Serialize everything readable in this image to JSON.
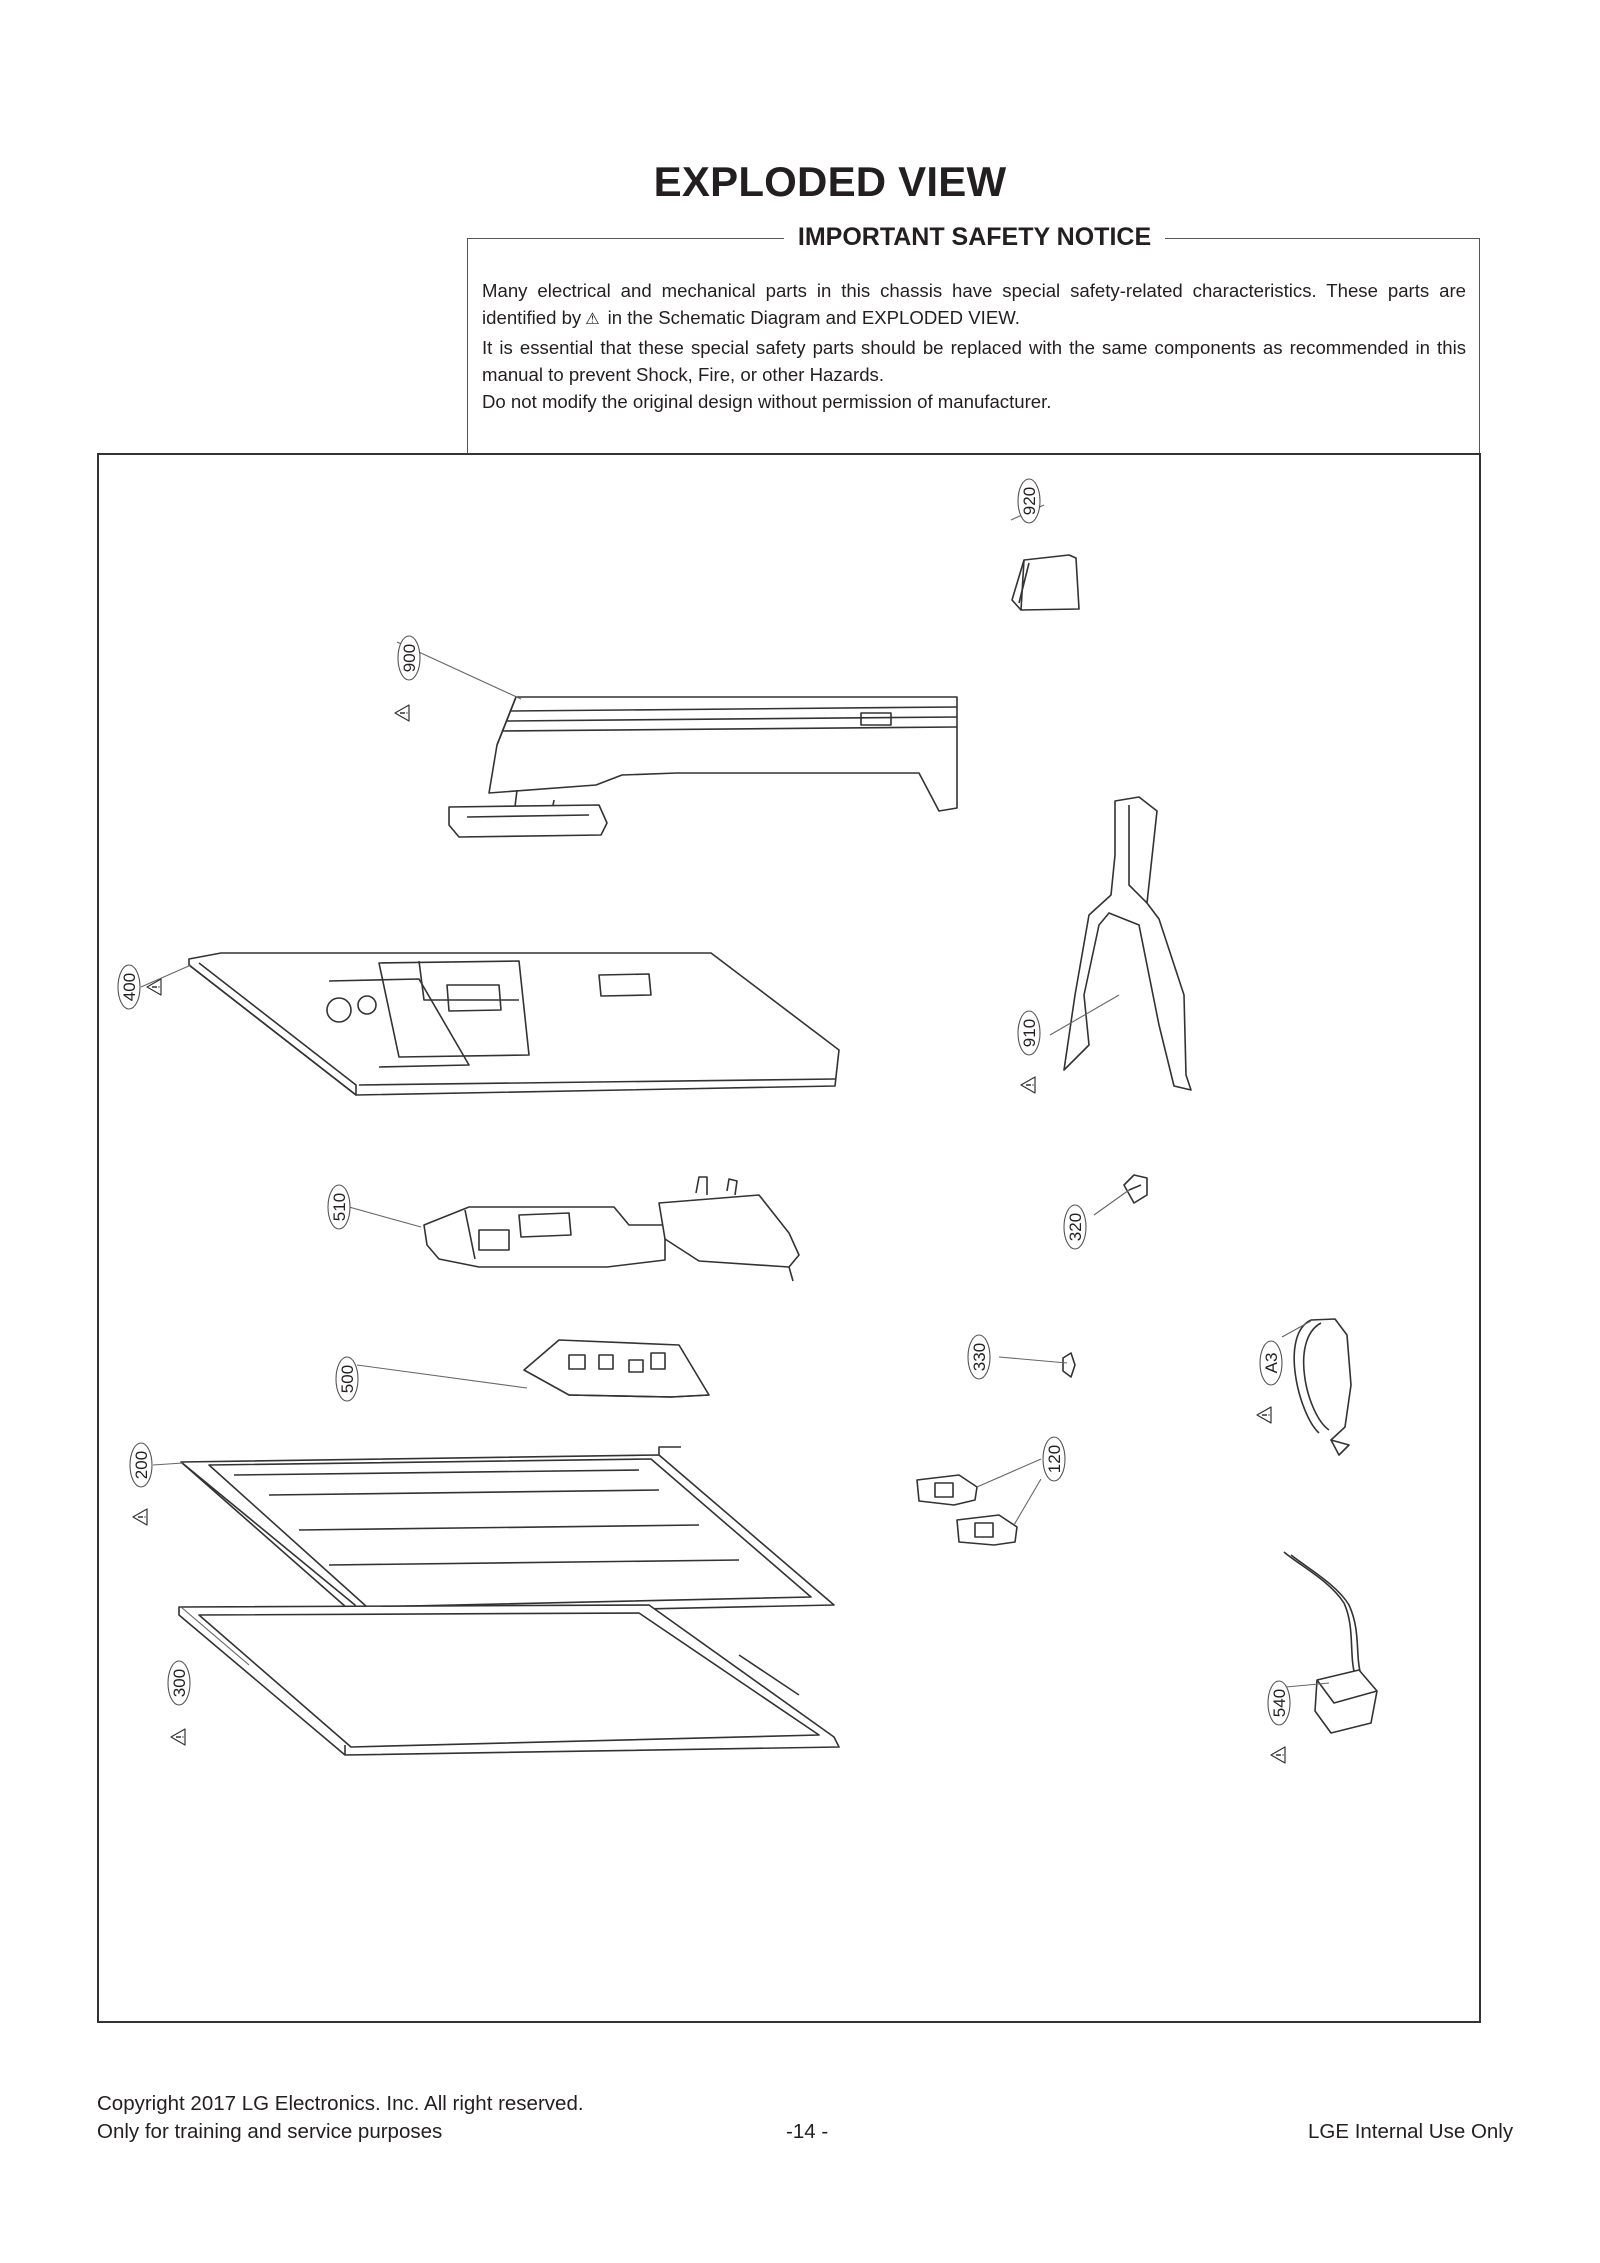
{
  "page": {
    "title": "EXPLODED VIEW",
    "notice_title": "IMPORTANT SAFETY NOTICE",
    "notice": {
      "line1_before": "Many electrical and mechanical parts in this chassis have special safety-related characteristics. These parts are identified by",
      "safety_symbol": "⚠",
      "line1_after": "in the Schematic Diagram and EXPLODED VIEW.",
      "line2": "It is essential that these special safety parts should be replaced with the same components as recommended in this manual to prevent Shock, Fire, or other Hazards.",
      "line3": "Do not modify the original design without permission of manufacturer."
    },
    "parts": [
      {
        "id": "920",
        "safety": false
      },
      {
        "id": "900",
        "safety": true
      },
      {
        "id": "400",
        "safety": true
      },
      {
        "id": "910",
        "safety": true
      },
      {
        "id": "510",
        "safety": false
      },
      {
        "id": "320",
        "safety": false
      },
      {
        "id": "500",
        "safety": false
      },
      {
        "id": "330",
        "safety": false
      },
      {
        "id": "A3",
        "safety": true
      },
      {
        "id": "200",
        "safety": true
      },
      {
        "id": "120",
        "safety": false
      },
      {
        "id": "300",
        "safety": true
      },
      {
        "id": "540",
        "safety": true
      }
    ],
    "footer": {
      "copyright": "Copyright 2017 LG Electronics. Inc. All right reserved.",
      "purpose": "Only for training and service purposes",
      "page_number": "-14 -",
      "internal": "LGE Internal Use Only"
    }
  }
}
